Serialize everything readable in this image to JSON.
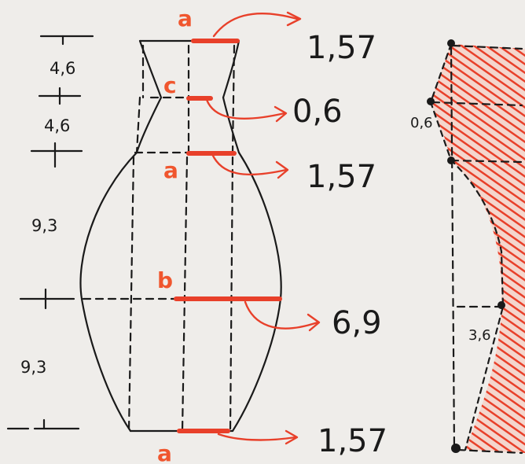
{
  "diagram": {
    "dimensions_left": [
      "4,6",
      "4,6",
      "9,3",
      "9,3"
    ],
    "section_letters": [
      "a",
      "c",
      "a",
      "b",
      "a"
    ],
    "section_values": [
      "1,57",
      "0,6",
      "1,57",
      "6,9",
      "1,57"
    ],
    "right_labels": [
      "0,6",
      "3,6"
    ]
  },
  "colors": {
    "ink": "#1a1a1a",
    "accent": "#e8402a",
    "paper": "#efedea"
  }
}
